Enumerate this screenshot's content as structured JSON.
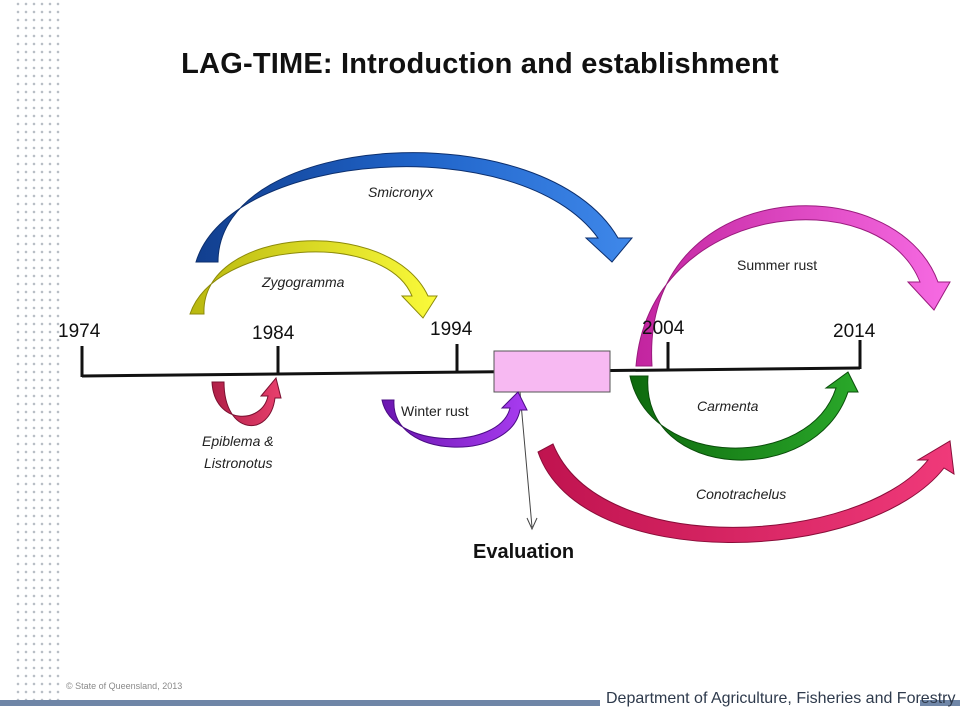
{
  "title": "LAG-TIME: Introduction and establishment",
  "years": [
    "1974",
    "1984",
    "1994",
    "2004",
    "2014"
  ],
  "agents": {
    "smicronyx": "Smicronyx",
    "zygogramma": "Zygogramma",
    "summer_rust": "Summer rust",
    "epiblema_line1": "Epiblema &",
    "epiblema_line2": "Listronotus",
    "winter_rust": "Winter rust",
    "carmenta": "Carmenta",
    "conotrachelus": "Conotrachelus"
  },
  "evaluation_label": "Evaluation",
  "footer": {
    "copyright": "© State of Queensland, 2013",
    "department": "Department of Agriculture, Fisheries and Forestry"
  },
  "colors": {
    "smicronyx": "#1f63c8",
    "zygogramma": "#e2e21c",
    "summer_rust": "#e83fcf",
    "epiblema": "#d0264f",
    "winter_rust": "#8a1fd6",
    "carmenta": "#1b8a1b",
    "conotrachelus": "#d8195c",
    "evaluation_box": "#f7b9f2",
    "footer_blue": "#6f86a7"
  }
}
